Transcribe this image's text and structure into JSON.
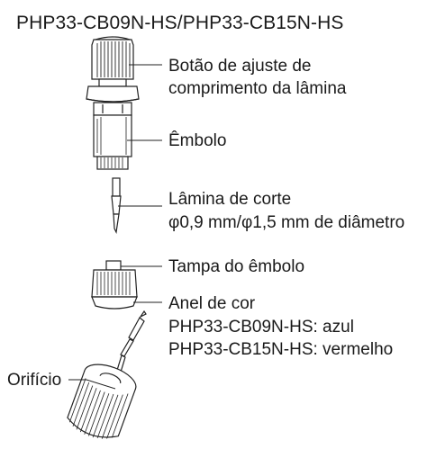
{
  "title": "PHP33-CB09N-HS/PHP33-CB15N-HS",
  "labels": {
    "adjust_knob_line1": "Botão de ajuste de",
    "adjust_knob_line2": "comprimento da lâmina",
    "plunger": "Êmbolo",
    "blade_line1": "Lâmina de corte",
    "blade_line2": "φ0,9 mm/φ1,5 mm de diâmetro",
    "plunger_cap": "Tampa do êmbolo",
    "color_ring": "Anel de cor",
    "color_blue": "PHP33-CB09N-HS: azul",
    "color_red": "PHP33-CB15N-HS: vermelho",
    "hole": "Orifício"
  }
}
